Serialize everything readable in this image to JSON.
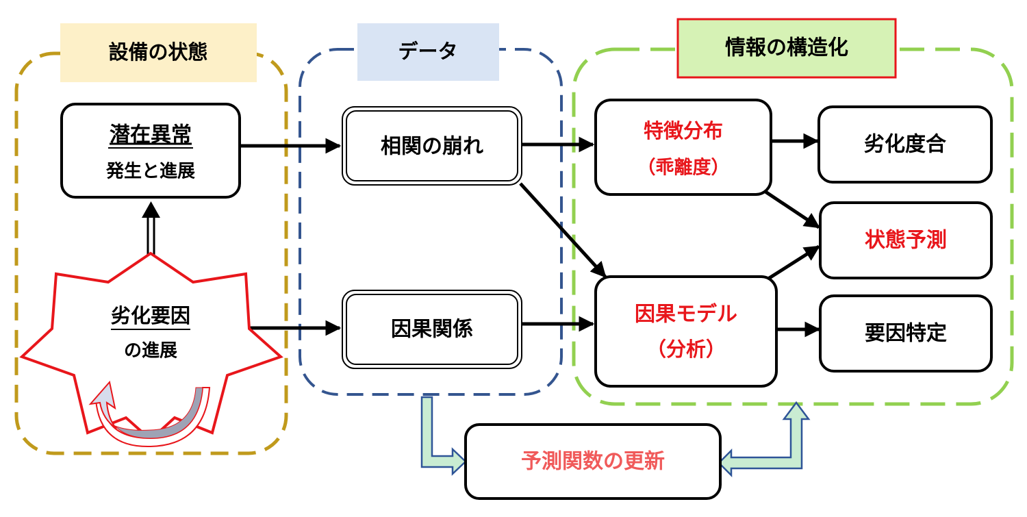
{
  "groups": {
    "equipment_state": {
      "label": "設備の状態",
      "label_bg": "#fdf0c8",
      "border": "#c09a1c"
    },
    "data": {
      "label": "データ",
      "label_bg": "#d9e4f4",
      "border": "#34558f"
    },
    "structuring": {
      "label": "情報の構造化",
      "label_bg": "#d6f2b5",
      "label_border": "#e8161b",
      "border": "#92d050"
    }
  },
  "nodes": {
    "latent_anomaly": {
      "line1": "潜在異常",
      "line2": "発生と進展"
    },
    "degradation_factor": {
      "line1": "劣化要因",
      "line2": "の進展"
    },
    "correlation_break": {
      "label": "相関の崩れ"
    },
    "causality": {
      "label": "因果関係"
    },
    "feature_distribution": {
      "line1": "特徴分布",
      "line2": "（乖離度）"
    },
    "causal_model": {
      "line1": "因果モデル",
      "line2": "（分析）"
    },
    "degradation_degree": {
      "label": "劣化度合"
    },
    "state_prediction": {
      "label": "状態予測"
    },
    "factor_identification": {
      "label": "要因特定"
    },
    "prediction_update": {
      "label": "予測関数の更新"
    }
  },
  "colors": {
    "highlight_text": "#e8161b",
    "update_text": "#f05a5a",
    "star_border": "#e8161b",
    "update_arrow_fill": "#c9ecd2",
    "update_arrow_stroke": "#2e5497",
    "loop_arrow_fill": "#d6dcec"
  }
}
